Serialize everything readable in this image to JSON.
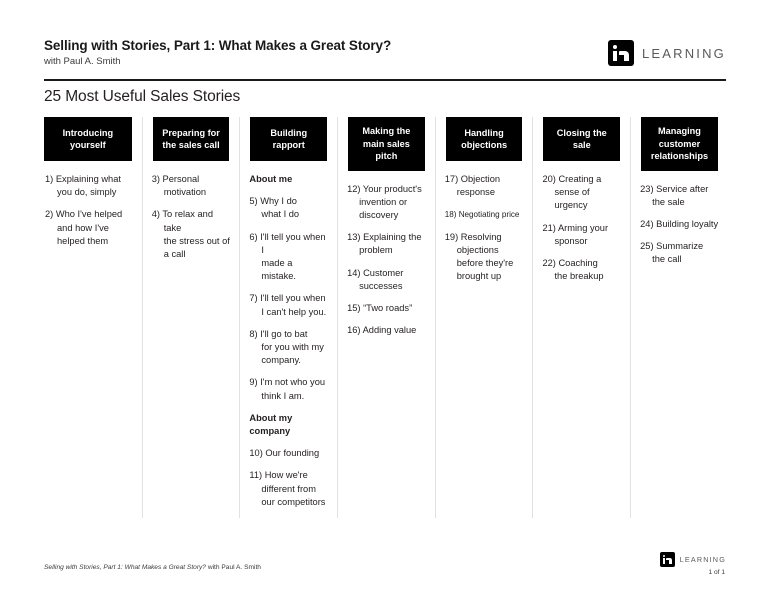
{
  "header": {
    "course_title": "Selling with Stories, Part 1: What Makes a Great Story?",
    "author_line": "with Paul A. Smith",
    "brand_word": "LEARNING",
    "brand_mark": "linkedin-in-icon"
  },
  "slide": {
    "title": "25 Most Useful Sales Stories"
  },
  "columns": [
    {
      "heading": "Introducing\nyourself",
      "items": [
        {
          "type": "entry",
          "text": "1) Explaining what\n    you do, simply"
        },
        {
          "type": "entry",
          "text": "2) Who I've helped\n    and how I've\n    helped them"
        }
      ]
    },
    {
      "heading": "Preparing for\nthe sales call",
      "items": [
        {
          "type": "entry",
          "text": "3) Personal\n    motivation"
        },
        {
          "type": "entry",
          "text": "4) To relax and take\n    the stress out of\n    a call"
        }
      ]
    },
    {
      "heading": "Building rapport",
      "items": [
        {
          "type": "subhead",
          "text": "About me"
        },
        {
          "type": "entry",
          "text": "5) Why I do\n    what I do"
        },
        {
          "type": "entry",
          "text": "6) I'll tell you when I\n    made a mistake."
        },
        {
          "type": "entry",
          "text": "7) I'll tell you when\n    I can't help you."
        },
        {
          "type": "entry",
          "text": "8) I'll go to bat\n    for you with my\n    company."
        },
        {
          "type": "entry",
          "text": "9) I'm not who you\n    think I am."
        },
        {
          "type": "subhead",
          "text": "About my company"
        },
        {
          "type": "entry",
          "text": "10) Our founding"
        },
        {
          "type": "entry",
          "text": "11) How we're\n      different from\n      our competitors"
        }
      ]
    },
    {
      "heading": "Making the\nmain sales pitch",
      "items": [
        {
          "type": "entry",
          "text": "12) Your product's\n      invention or\n      discovery"
        },
        {
          "type": "entry",
          "text": "13) Explaining the\nproblem"
        },
        {
          "type": "entry",
          "text": "14) Customer\n      successes"
        },
        {
          "type": "entry",
          "text": "15) “Two roads”"
        },
        {
          "type": "entry",
          "text": "16) Adding value"
        }
      ]
    },
    {
      "heading": "Handling\nobjections",
      "items": [
        {
          "type": "entry",
          "text": "17) Objection\n      response"
        },
        {
          "type": "entry_small",
          "text": "18) Negotiating price"
        },
        {
          "type": "entry",
          "text": "19) Resolving\n      objections\n      before they're\n      brought up"
        }
      ]
    },
    {
      "heading": "Closing the sale",
      "items": [
        {
          "type": "entry",
          "text": "20) Creating a\n      sense of urgency"
        },
        {
          "type": "entry",
          "text": "21) Arming your\n      sponsor"
        },
        {
          "type": "entry",
          "text": "22) Coaching\n      the breakup"
        }
      ]
    },
    {
      "heading": "Managing\ncustomer\nrelationships",
      "items": [
        {
          "type": "entry",
          "text": "23) Service after\n      the sale"
        },
        {
          "type": "entry",
          "text": "24) Building loyalty"
        },
        {
          "type": "entry",
          "text": "25) Summarize\n      the call"
        }
      ]
    }
  ],
  "footer": {
    "title_italic": "Selling with Stories, Part 1: What Makes a Great Story?",
    "author_suffix": " with Paul A. Smith",
    "brand_word": "LEARNING",
    "page_indicator": "1 of 1"
  }
}
